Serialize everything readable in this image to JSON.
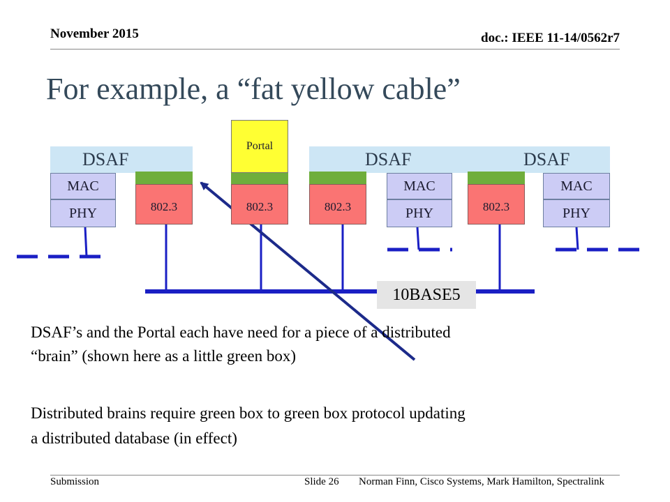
{
  "header": {
    "date": "November 2015",
    "doc_id": "doc.: IEEE 11-14/0562r7"
  },
  "title": "For example, a “fat yellow cable”",
  "diagram": {
    "stations": [
      {
        "dsaf": "DSAF",
        "mac": "MAC",
        "phy": "PHY",
        "port": "802.3"
      },
      {
        "portal": "Portal",
        "port": "802.3"
      },
      {
        "dsaf": "DSAF",
        "mac": "MAC",
        "phy": "PHY",
        "port": "802.3"
      },
      {
        "dsaf": "DSAF",
        "mac": "MAC",
        "phy": "PHY",
        "port": "802.3"
      }
    ],
    "cable_label": "10BASE5",
    "colors": {
      "dsaf": "#cde6f5",
      "mac_phy": "#ccccf5",
      "brain": "#6fae3c",
      "port": "#fa7473",
      "portal": "#ffff33",
      "wire": "#1a1fc4",
      "arrow": "#1c2a8a"
    }
  },
  "body": {
    "paragraph1_line1": "DSAF’s and the Portal each have need for a piece of a distributed",
    "paragraph1_line2": "“brain” (shown here as a little green box)",
    "paragraph2_line1": "Distributed brains require green box to green box protocol updating",
    "paragraph2_line2": "a distributed database (in effect)"
  },
  "footer": {
    "left": "Submission",
    "slide": "Slide 26",
    "authors": "Norman Finn, Cisco Systems, Mark Hamilton, Spectralink"
  }
}
